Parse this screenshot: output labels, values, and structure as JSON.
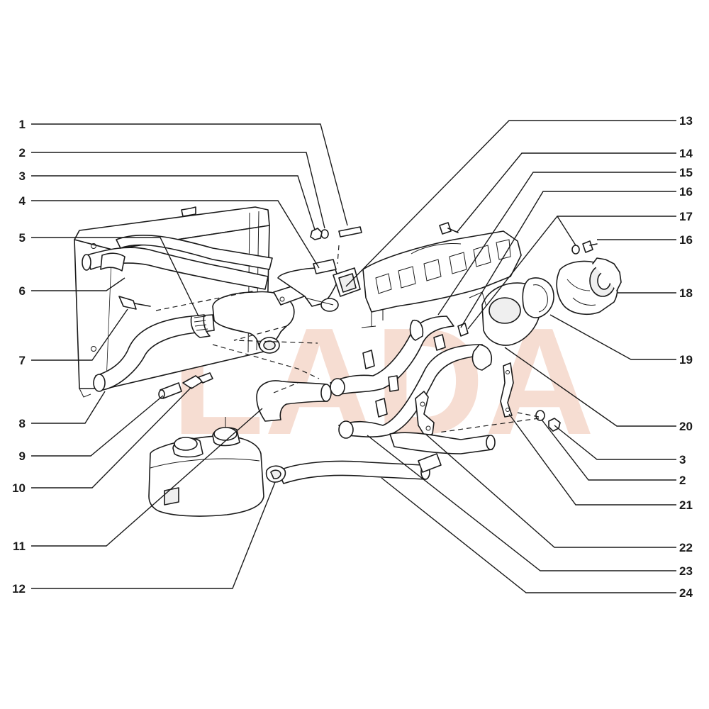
{
  "watermark": {
    "text": "LADA",
    "color": "#f3d2c4"
  },
  "callouts_left": [
    {
      "id": "callout-1",
      "label": "1"
    },
    {
      "id": "callout-2-left",
      "label": "2"
    },
    {
      "id": "callout-3-left",
      "label": "3"
    },
    {
      "id": "callout-4",
      "label": "4"
    },
    {
      "id": "callout-5",
      "label": "5"
    },
    {
      "id": "callout-6",
      "label": "6"
    },
    {
      "id": "callout-7",
      "label": "7"
    },
    {
      "id": "callout-8",
      "label": "8"
    },
    {
      "id": "callout-9",
      "label": "9"
    },
    {
      "id": "callout-10",
      "label": "10"
    },
    {
      "id": "callout-11",
      "label": "11"
    },
    {
      "id": "callout-12",
      "label": "12"
    }
  ],
  "callouts_right": [
    {
      "id": "callout-13",
      "label": "13"
    },
    {
      "id": "callout-14",
      "label": "14"
    },
    {
      "id": "callout-15",
      "label": "15"
    },
    {
      "id": "callout-16-upper",
      "label": "16"
    },
    {
      "id": "callout-17",
      "label": "17"
    },
    {
      "id": "callout-16-lower",
      "label": "16"
    },
    {
      "id": "callout-18",
      "label": "18"
    },
    {
      "id": "callout-19",
      "label": "19"
    },
    {
      "id": "callout-20",
      "label": "20"
    },
    {
      "id": "callout-3-right",
      "label": "3"
    },
    {
      "id": "callout-2-right",
      "label": "2"
    },
    {
      "id": "callout-21",
      "label": "21"
    },
    {
      "id": "callout-22",
      "label": "22"
    },
    {
      "id": "callout-23",
      "label": "23"
    },
    {
      "id": "callout-24",
      "label": "24"
    }
  ]
}
